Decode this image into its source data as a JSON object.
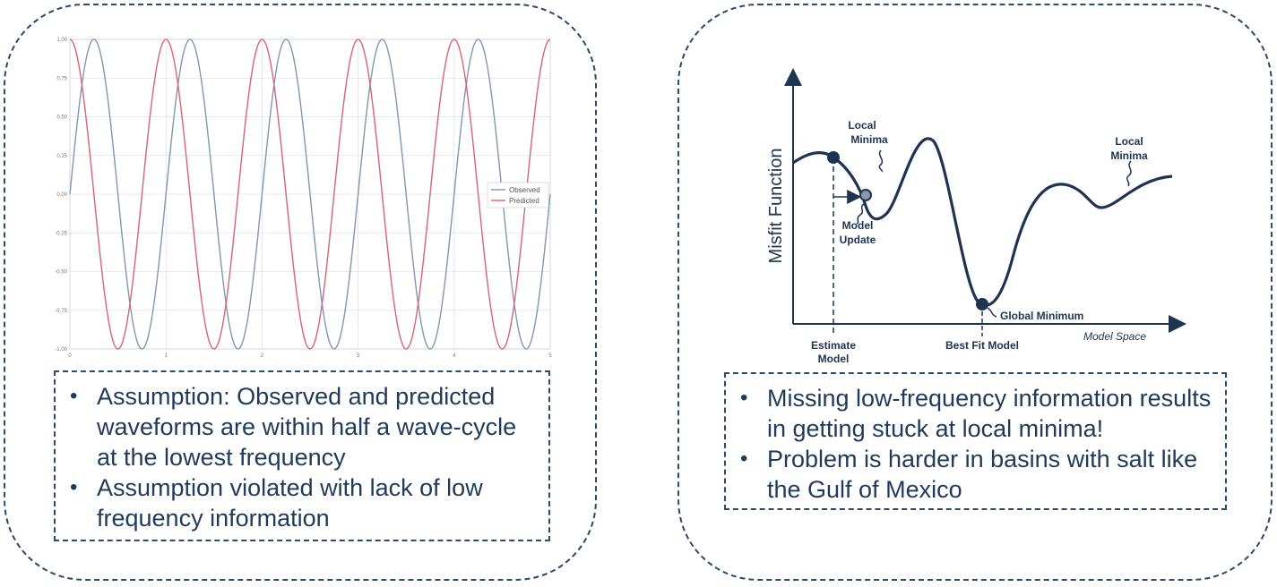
{
  "left_panel": {
    "chart_data": {
      "type": "line",
      "x_domain": [
        0,
        5
      ],
      "ylim": [
        -1.0,
        1.0
      ],
      "x_ticks": [
        "0",
        "1",
        "2",
        "3",
        "4",
        "5"
      ],
      "y_ticks": [
        "1.00",
        "0.75",
        "0.50",
        "0.25",
        "0.00",
        "-0.25",
        "-0.50",
        "-0.75",
        "-1.00"
      ],
      "grid": true,
      "legend_position": "center-right",
      "series": [
        {
          "name": "Observed",
          "function": "sin",
          "frequency": 1.0,
          "phase": 0.0,
          "color": "#7f97b2"
        },
        {
          "name": "Predicted",
          "function": "cos",
          "frequency": 1.0,
          "phase": 0.0,
          "color": "#d9627a"
        }
      ]
    },
    "bullets": [
      "Assumption: Observed and predicted waveforms are within half a wave-cycle at the lowest frequency",
      "Assumption violated with lack of low frequency information"
    ]
  },
  "right_panel": {
    "diagram": {
      "y_axis_label": "Misfit Function",
      "x_axis_label": "Model Space",
      "labels": {
        "local_minima_left": [
          "Local",
          "Minima"
        ],
        "local_minima_right": [
          "Local",
          "Minima"
        ],
        "model_update": [
          "Model",
          "Update"
        ],
        "global_minimum": "Global Minimum",
        "estimate_model": [
          "Estimate",
          "Model"
        ],
        "best_fit_model": "Best Fit Model"
      },
      "colors": {
        "curve": "#1f3450",
        "axis": "#1f3450",
        "marker_update": "#8f99a6"
      }
    },
    "bullets": [
      "Missing low-frequency information results in getting stuck at local minima!",
      "Problem is harder in basins with salt like the Gulf of Mexico"
    ]
  },
  "bullet_glyph": "•"
}
